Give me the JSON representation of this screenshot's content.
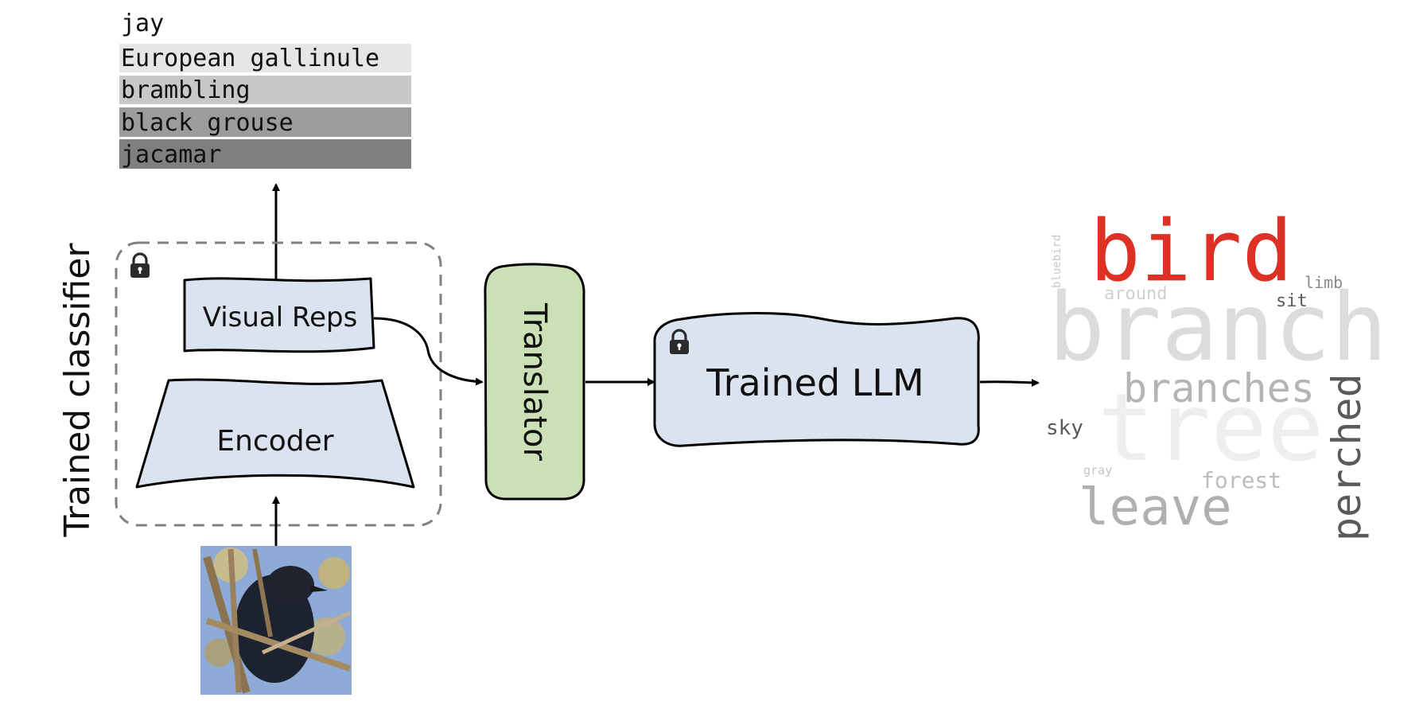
{
  "classifier": {
    "group_label": "Trained classifier",
    "locked": true,
    "visual_reps_label": "Visual Reps",
    "encoder_label": "Encoder",
    "predictions": [
      {
        "label": "jay",
        "shade": "#ffffff"
      },
      {
        "label": "European gallinule",
        "shade": "#e6e6e6"
      },
      {
        "label": "brambling",
        "shade": "#c8c8c8"
      },
      {
        "label": "black grouse",
        "shade": "#9c9c9c"
      },
      {
        "label": "jacamar",
        "shade": "#7f7f7f"
      }
    ],
    "input_image": "bird-on-branch-photo"
  },
  "translator": {
    "label": "Translator",
    "fill": "#cce0b8"
  },
  "llm": {
    "label": "Trained LLM",
    "locked": true,
    "fill": "#dce3f0"
  },
  "wordcloud": {
    "words": [
      {
        "text": "bird",
        "color": "#dd3125"
      },
      {
        "text": "branch",
        "color": "#dcdcdc"
      },
      {
        "text": "tree",
        "color": "#eeeeee"
      },
      {
        "text": "branches",
        "color": "#b4b4b4"
      },
      {
        "text": "perched",
        "color": "#5a5a5a"
      },
      {
        "text": "leave",
        "color": "#b0b0b0"
      },
      {
        "text": "forest",
        "color": "#bcbcbc"
      },
      {
        "text": "sky",
        "color": "#595959"
      },
      {
        "text": "around",
        "color": "#d0d0d0"
      },
      {
        "text": "sit",
        "color": "#5c5c5c"
      },
      {
        "text": "limb",
        "color": "#8a8a8a"
      },
      {
        "text": "gray",
        "color": "#c4c4c4"
      },
      {
        "text": "bluebird",
        "color": "#c8c8c8"
      }
    ]
  }
}
